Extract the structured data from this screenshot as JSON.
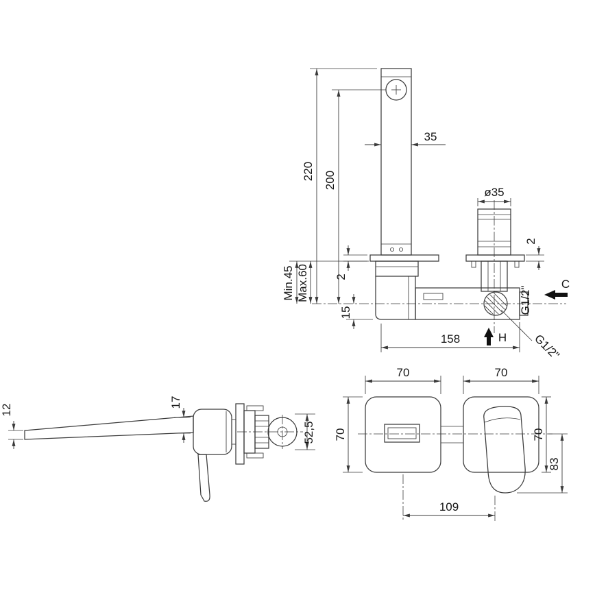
{
  "drawing": {
    "background": "#ffffff",
    "line_color": "#3a3a3a",
    "text_color": "#161616"
  },
  "side_view": {
    "dim_total_height": "220",
    "dim_spout_height": "200",
    "dim_spout_width": "35",
    "dim_cartridge_diameter": "ø35",
    "dim_plate_thickness_left": "2",
    "dim_plate_thickness_right": "2",
    "dim_depth_min": "Min.45",
    "dim_depth_max": "Max.60",
    "dim_offset": "15",
    "dim_body_length": "158",
    "label_inlet_side": "G1/2\"",
    "label_inlet_bottom": "G1/2\"",
    "label_cold": "C",
    "label_hot": "H"
  },
  "lever_view": {
    "dim_lever_tip": "12",
    "dim_lever_hub": "17",
    "dim_body_height": "52,5"
  },
  "front_view": {
    "dim_left_plate_width": "70",
    "dim_right_plate_width": "70",
    "dim_left_plate_height": "70",
    "dim_right_plate_height": "70",
    "dim_handle_height": "83",
    "dim_plate_spacing": "109"
  }
}
